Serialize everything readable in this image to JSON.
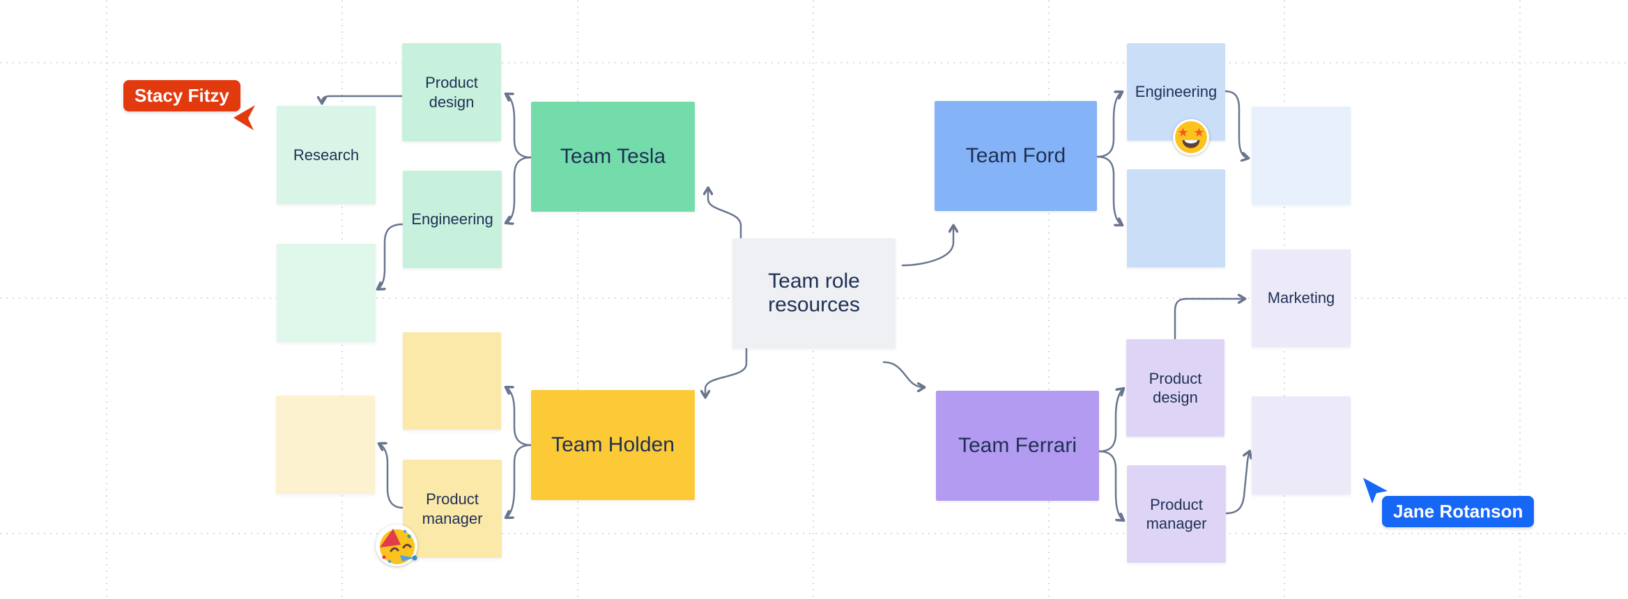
{
  "board": {
    "background": "#ffffff",
    "grid_color": "#d8dade",
    "connector_color": "#69758e",
    "center_node": {
      "label": "Team role resources",
      "color": "#eef0f3"
    },
    "teams": {
      "tesla": {
        "label": "Team Tesla",
        "color": "#74dcab"
      },
      "holden": {
        "label": "Team Holden",
        "color": "#fcc937"
      },
      "ford": {
        "label": "Team Ford",
        "color": "#85b3f7"
      },
      "ferrari": {
        "label": "Team Ferrari",
        "color": "#b29bf0"
      }
    },
    "notes": {
      "tesla_product_design": {
        "label": "Product design",
        "color": "#c7f1dc"
      },
      "tesla_research": {
        "label": "Research",
        "color": "#d9f5e8"
      },
      "tesla_engineering": {
        "label": "Engineering",
        "color": "#c7f1dc"
      },
      "tesla_blank": {
        "label": "",
        "color": "#e0f7eb"
      },
      "holden_blank_top": {
        "label": "",
        "color": "#fbe9a9"
      },
      "holden_product_manager": {
        "label": "Product manager",
        "color": "#fbe9a9"
      },
      "holden_blank_left": {
        "label": "",
        "color": "#fdf2cf"
      },
      "ford_engineering": {
        "label": "Engineering",
        "color": "#cadef8"
      },
      "ford_blank_left": {
        "label": "",
        "color": "#cadef8"
      },
      "ford_blank_right": {
        "label": "",
        "color": "#e7f0fb"
      },
      "ferrari_product_design": {
        "label": "Product design",
        "color": "#ded5f6"
      },
      "ferrari_product_manager": {
        "label": "Product manager",
        "color": "#ded5f6"
      },
      "ferrari_marketing": {
        "label": "Marketing",
        "color": "#ece9f8"
      },
      "ferrari_blank": {
        "label": "",
        "color": "#ece9f8"
      }
    },
    "cursors": {
      "stacy": {
        "name": "Stacy Fitzy",
        "color": "#e23a0e"
      },
      "jane": {
        "name": "Jane Rotanson",
        "color": "#1667f6"
      }
    },
    "stickers": {
      "star_struck": {
        "emoji_name": "star-struck-emoji"
      },
      "party_face": {
        "emoji_name": "party-face-emoji"
      }
    }
  }
}
